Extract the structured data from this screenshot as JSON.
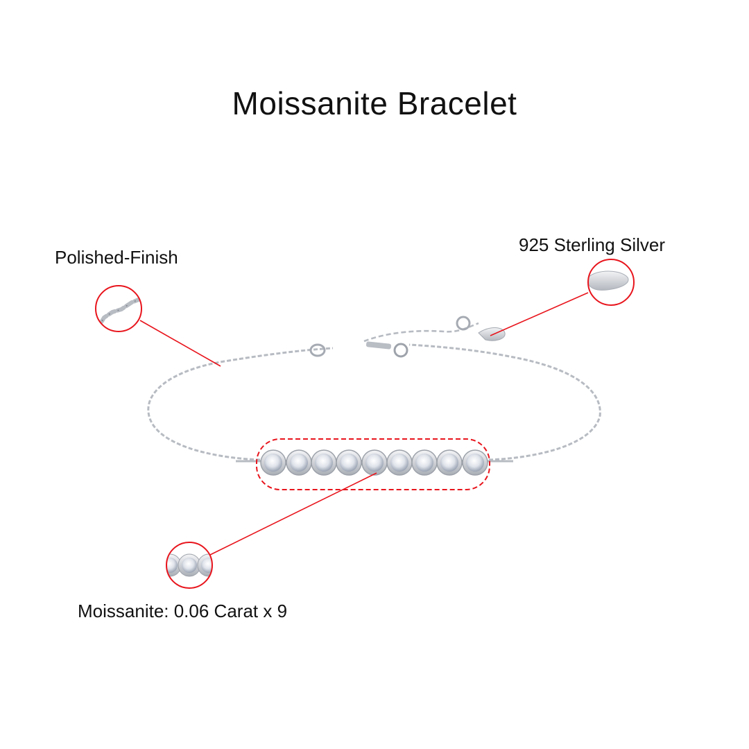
{
  "title": "Moissanite Bracelet",
  "callouts": {
    "polished": {
      "label": "Polished-Finish"
    },
    "silver": {
      "label": "925 Sterling Silver"
    },
    "stones": {
      "label": "Moissanite: 0.06 Carat x 9"
    }
  },
  "product": {
    "stone_count": 9,
    "icons": [
      "chain-link-icon",
      "tag-charm-icon",
      "bezel-stone-icon"
    ]
  },
  "colors": {
    "callout_red": "#e8141c",
    "metal": "#c9ccd2",
    "metal_dark": "#8e939b",
    "background": "#ffffff"
  }
}
